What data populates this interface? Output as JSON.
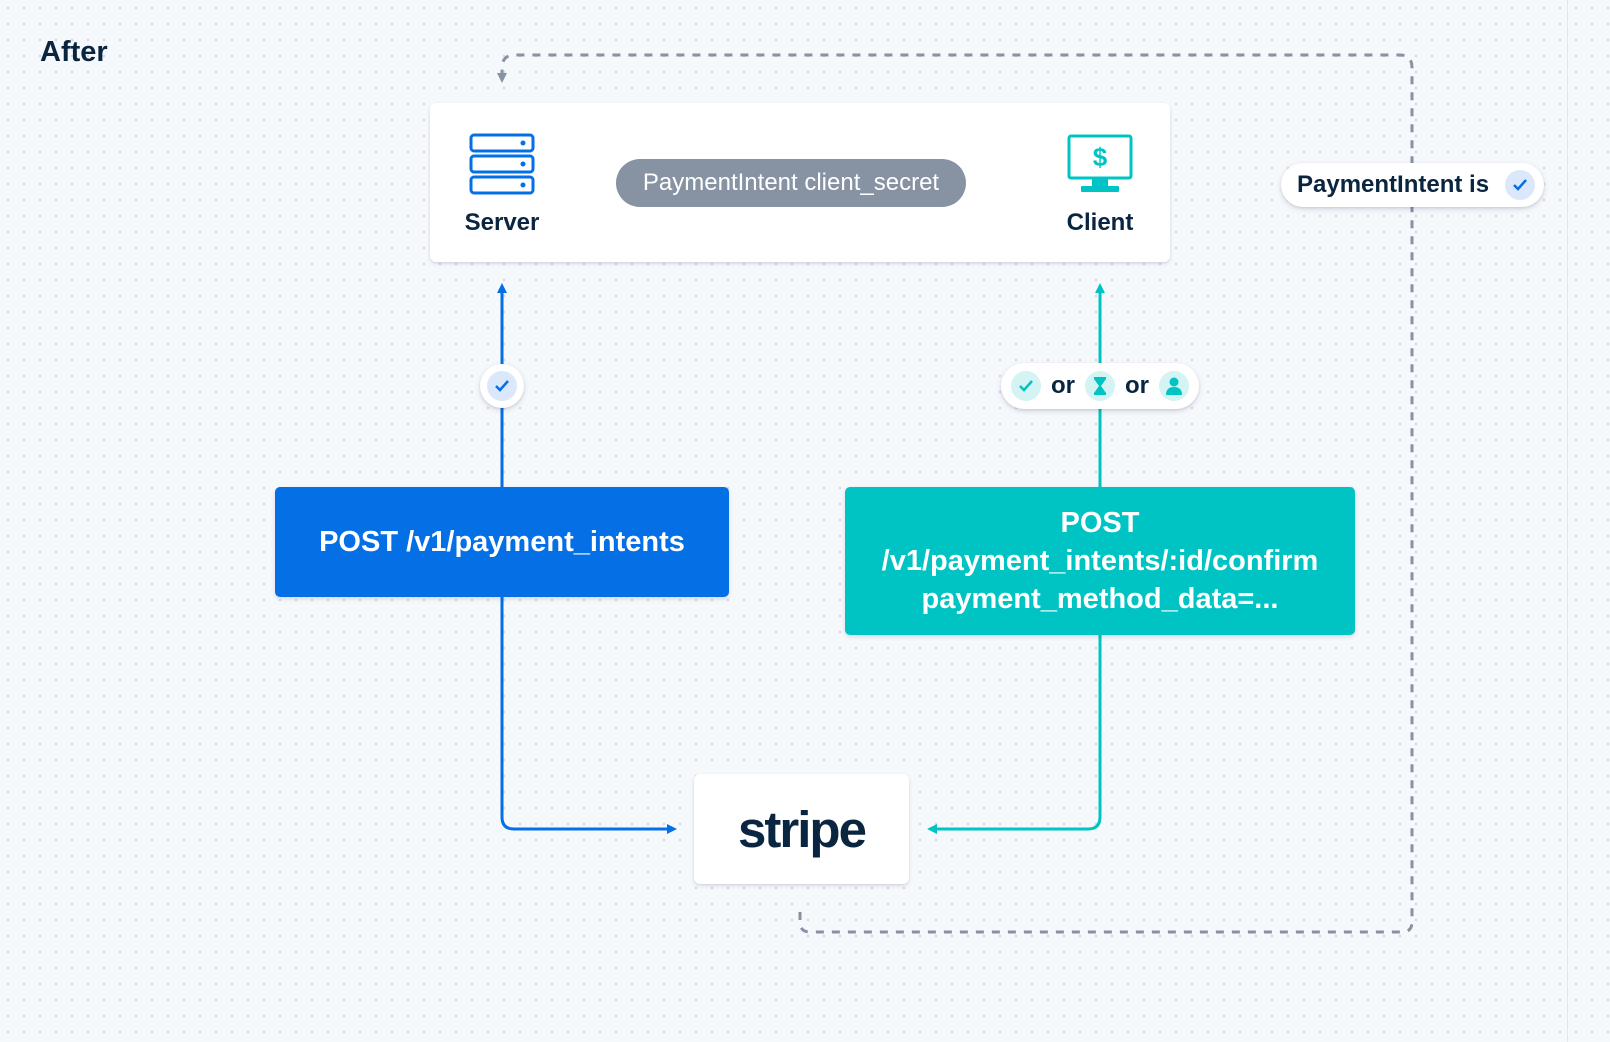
{
  "title": "After",
  "server": {
    "label": "Server",
    "icon": "server-icon"
  },
  "client": {
    "label": "Client",
    "icon": "monitor-dollar-icon"
  },
  "secret_pill": "PaymentIntent client_secret",
  "status_badge": {
    "text": "PaymentIntent is",
    "icon": "check-icon"
  },
  "server_response_badge": {
    "icon": "check-icon"
  },
  "client_response_badge": {
    "icons": [
      "check-icon",
      "hourglass-icon",
      "person-icon"
    ],
    "separator": "or"
  },
  "create_request": "POST /v1/payment_intents",
  "confirm_request": {
    "lines": [
      "POST",
      "/v1/payment_intents/:id/confirm",
      "payment_method_data=..."
    ]
  },
  "logo": "stripe",
  "colors": {
    "blue": "#0570e6",
    "teal": "#00c4c3",
    "pill": "#8792a2",
    "dashed": "#8792a2",
    "text": "#0a2540"
  }
}
